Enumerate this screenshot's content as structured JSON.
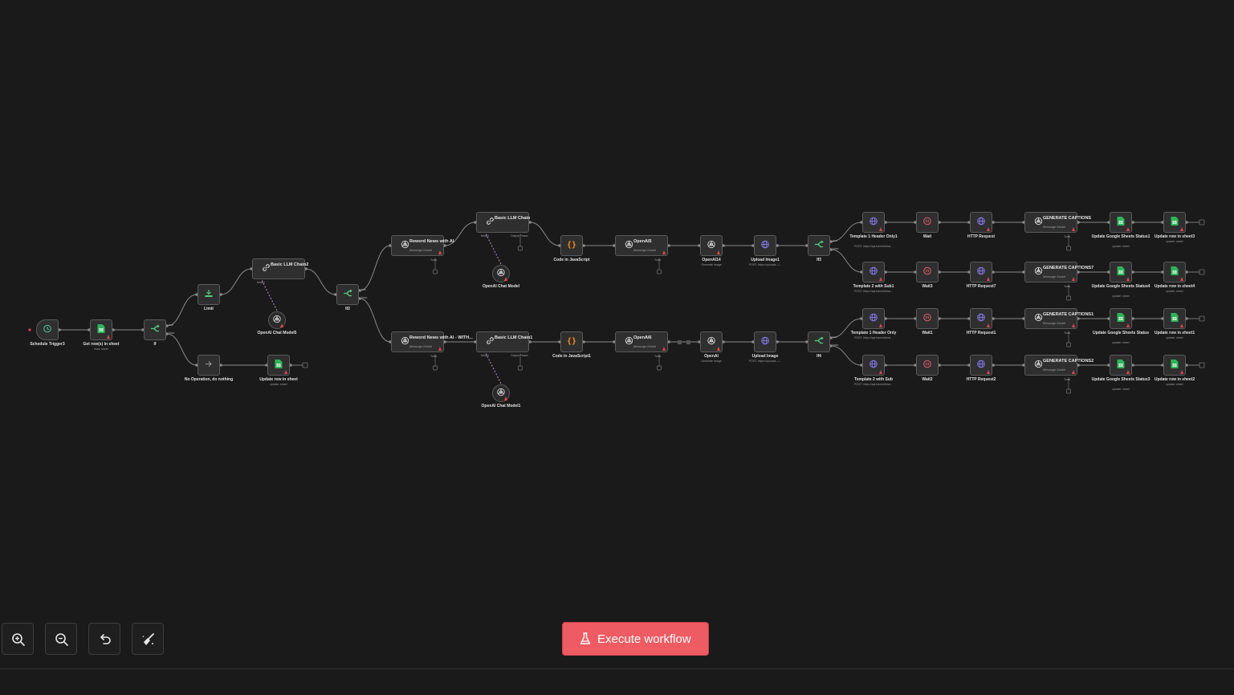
{
  "toolbar": {
    "zoom_in": "zoom-in",
    "zoom_out": "zoom-out",
    "reset": "reset-zoom",
    "tidy": "tidy-up"
  },
  "execute": {
    "label": "Execute workflow"
  },
  "colors": {
    "canvas": "#1a1a1a",
    "node": "#2f2f2f",
    "border": "#5a5a5a",
    "trigger": "#4fc3a1",
    "sheets": "#2fb45a",
    "if": "#4fd07a",
    "openai": "#d8d8d8",
    "http": "#8b7cf6",
    "wait": "#e35d6a",
    "code": "#ff8c1a",
    "accent": "#ef5b63"
  },
  "nodes": [
    {
      "id": "trigger",
      "icon": "clock",
      "label": "Schedule Trigger3",
      "sub": ""
    },
    {
      "id": "getrows",
      "icon": "sheets",
      "label": "Get row(s) in sheet",
      "sub": "read: sheet"
    },
    {
      "id": "if1",
      "icon": "if",
      "label": "If",
      "sub": ""
    },
    {
      "id": "limit",
      "icon": "limit",
      "label": "Limit",
      "sub": ""
    },
    {
      "id": "noop",
      "icon": "arrow",
      "label": "No Operation, do nothing",
      "sub": ""
    },
    {
      "id": "update1",
      "icon": "sheets",
      "label": "Update row in sheet",
      "sub": "update: sheet"
    },
    {
      "id": "llm1",
      "icon": "link",
      "label": "Basic LLM Chain2",
      "sub": ""
    },
    {
      "id": "chatmodel5",
      "icon": "openai",
      "label": "OpenAI Chat Model5",
      "sub": ""
    },
    {
      "id": "if2",
      "icon": "if",
      "label": "If2",
      "sub": ""
    },
    {
      "id": "rewrite1",
      "icon": "openai",
      "label": "Reword News with AI",
      "sub": "Message Model"
    },
    {
      "id": "rewrite2",
      "icon": "openai",
      "label": "Reword News with AI - WITH...",
      "sub": "Message Model"
    },
    {
      "id": "llm2",
      "icon": "link",
      "label": "Basic LLM Chain",
      "sub": ""
    },
    {
      "id": "llm3",
      "icon": "link",
      "label": "Basic LLM Chain1",
      "sub": ""
    },
    {
      "id": "chatmodel",
      "icon": "openai",
      "label": "OpenAI Chat Model",
      "sub": ""
    },
    {
      "id": "chatmodel1",
      "icon": "openai",
      "label": "OpenAI Chat Model1",
      "sub": ""
    },
    {
      "id": "code1",
      "icon": "code",
      "label": "Code in JavaScript",
      "sub": ""
    },
    {
      "id": "code2",
      "icon": "code",
      "label": "Code in JavaScript1",
      "sub": ""
    },
    {
      "id": "openai5",
      "icon": "openai",
      "label": "OpenAI5",
      "sub": "Message Model"
    },
    {
      "id": "openai6",
      "icon": "openai",
      "label": "OpenAI6",
      "sub": "Message Model"
    },
    {
      "id": "openai14",
      "icon": "openai",
      "label": "OpenAI14",
      "sub": "Generate Image"
    },
    {
      "id": "openai",
      "icon": "openai",
      "label": "OpenAI",
      "sub": "Generate Image"
    },
    {
      "id": "upload1",
      "icon": "http",
      "label": "Upload Image1",
      "sub": "POST: https://uploads.../..."
    },
    {
      "id": "upload2",
      "icon": "http",
      "label": "Upload Image",
      "sub": "POST: https://uploads.../..."
    },
    {
      "id": "if3",
      "icon": "if",
      "label": "If3",
      "sub": ""
    },
    {
      "id": "if4",
      "icon": "if",
      "label": "If4",
      "sub": ""
    },
    {
      "id": "t1",
      "icon": "http",
      "label": "Template 1 Header Only1",
      "sub": "POST: https://api.bannerbear..."
    },
    {
      "id": "t2",
      "icon": "http",
      "label": "Template 2 with Sub1",
      "sub": "POST: https://api.bannerbear..."
    },
    {
      "id": "t3",
      "icon": "http",
      "label": "Template 1 Header Only",
      "sub": "POST: https://api.bannerbear..."
    },
    {
      "id": "t4",
      "icon": "http",
      "label": "Template 2 with Sub",
      "sub": "POST: https://api.bannerbear..."
    },
    {
      "id": "w1",
      "icon": "wait",
      "label": "Wait",
      "sub": ""
    },
    {
      "id": "w2",
      "icon": "wait",
      "label": "Wait3",
      "sub": ""
    },
    {
      "id": "w3",
      "icon": "wait",
      "label": "Wait1",
      "sub": ""
    },
    {
      "id": "w4",
      "icon": "wait",
      "label": "Wait2",
      "sub": ""
    },
    {
      "id": "h1",
      "icon": "http",
      "label": "HTTP Request",
      "sub": ""
    },
    {
      "id": "h2",
      "icon": "http",
      "label": "HTTP Request7",
      "sub": ""
    },
    {
      "id": "h3",
      "icon": "http",
      "label": "HTTP Request1",
      "sub": ""
    },
    {
      "id": "h4",
      "icon": "http",
      "label": "HTTP Request2",
      "sub": ""
    },
    {
      "id": "c1",
      "icon": "openai",
      "label": "GENERATE CAPTIONS",
      "sub": "Message Model"
    },
    {
      "id": "c2",
      "icon": "openai",
      "label": "GENERATE CAPTIONS7",
      "sub": "Message Model"
    },
    {
      "id": "c3",
      "icon": "openai",
      "label": "GENERATE CAPTIONS1",
      "sub": "Message Model"
    },
    {
      "id": "c4",
      "icon": "openai",
      "label": "GENERATE CAPTIONS2",
      "sub": "Message Model"
    },
    {
      "id": "g1",
      "icon": "sheets",
      "label": "Update Google Sheets Status1",
      "sub": "update: sheet"
    },
    {
      "id": "g2",
      "icon": "sheets",
      "label": "Update Google Sheets Status4",
      "sub": "update: sheet"
    },
    {
      "id": "g3",
      "icon": "sheets",
      "label": "Update Google Sheets Status",
      "sub": "update: sheet"
    },
    {
      "id": "g4",
      "icon": "sheets",
      "label": "Update Google Sheets Status3",
      "sub": "update: sheet"
    },
    {
      "id": "u1",
      "icon": "sheets",
      "label": "Update row in sheet3",
      "sub": "update: sheet"
    },
    {
      "id": "u2",
      "icon": "sheets",
      "label": "Update row in sheet4",
      "sub": "update: sheet"
    },
    {
      "id": "u3",
      "icon": "sheets",
      "label": "Update row in sheet1",
      "sub": "update: sheet"
    },
    {
      "id": "u4",
      "icon": "sheets",
      "label": "Update row in sheet2",
      "sub": "update: sheet"
    }
  ],
  "port_labels": {
    "true": "true",
    "false": "false",
    "model": "Model",
    "output_parser": "Output Parser",
    "tools": "Tools"
  }
}
